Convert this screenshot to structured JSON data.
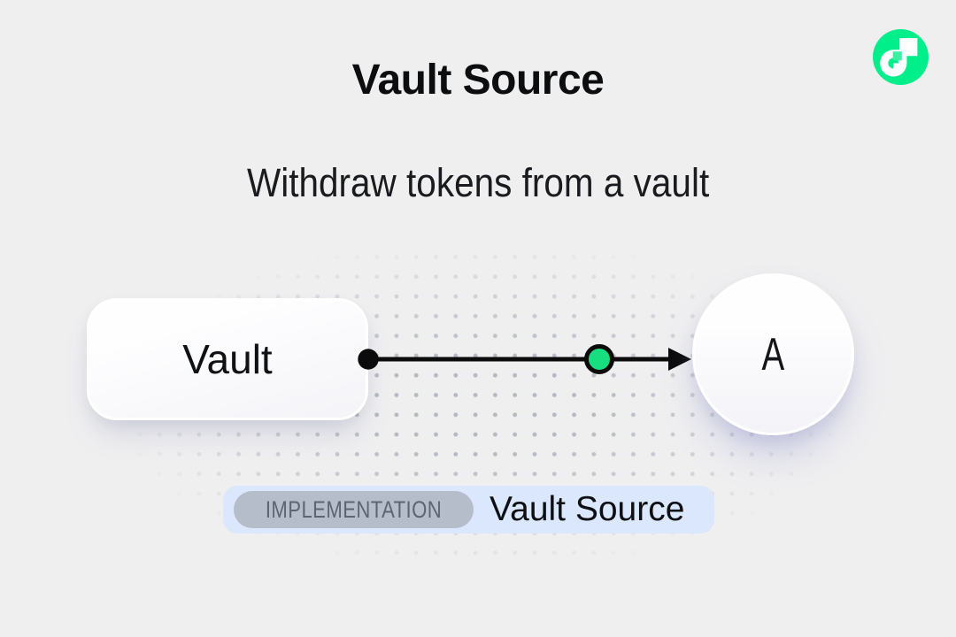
{
  "header": {
    "title": "Vault Source",
    "subtitle": "Withdraw tokens from a vault"
  },
  "logo": {
    "icon": "flow-logo",
    "brand_green": "#00EF8B",
    "mint_accent": "#3AF1A2"
  },
  "diagram": {
    "vault_node": {
      "label": "Vault",
      "shape": "rounded-rectangle"
    },
    "account_node": {
      "label": "A",
      "shape": "circle"
    },
    "edge": {
      "direction": "left-to-right",
      "start_marker": "filled-dot",
      "end_marker": "arrowhead",
      "token_node_color": "#17DF80",
      "line_color": "#0b0b0c"
    }
  },
  "caption": {
    "badge_label": "IMPLEMENTATION",
    "label": "Vault Source",
    "badge_bg": "#b6bdca",
    "badge_text_color": "#5d6570",
    "box_bg": "#dbe7fc"
  },
  "colors": {
    "page_background": "#efeff0",
    "dot_pattern": "#b2b5be",
    "text_primary": "#0c0d0f"
  }
}
